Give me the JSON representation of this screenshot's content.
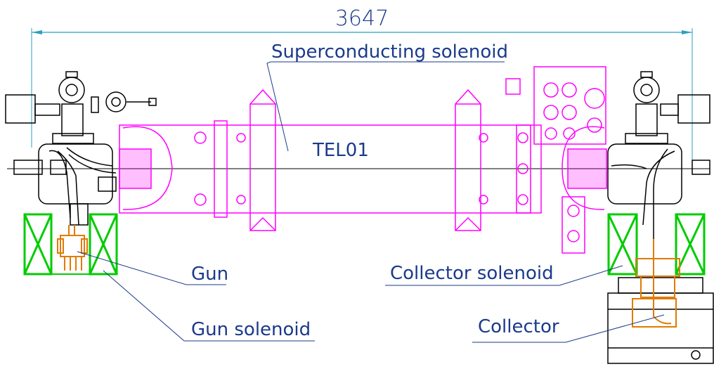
{
  "dimension": {
    "value": "3647"
  },
  "labels": {
    "superconducting_solenoid": "Superconducting solenoid",
    "device_id": "TEL01",
    "gun": "Gun",
    "gun_solenoid": "Gun solenoid",
    "collector_solenoid": "Collector solenoid",
    "collector": "Collector"
  },
  "colors": {
    "solenoid": "#ff00ff",
    "structure": "#000000",
    "coil": "#00cc00",
    "gun_collector": "#e07b00",
    "text": "#1a3a8a",
    "dimension_line": "#2aa0c0"
  }
}
